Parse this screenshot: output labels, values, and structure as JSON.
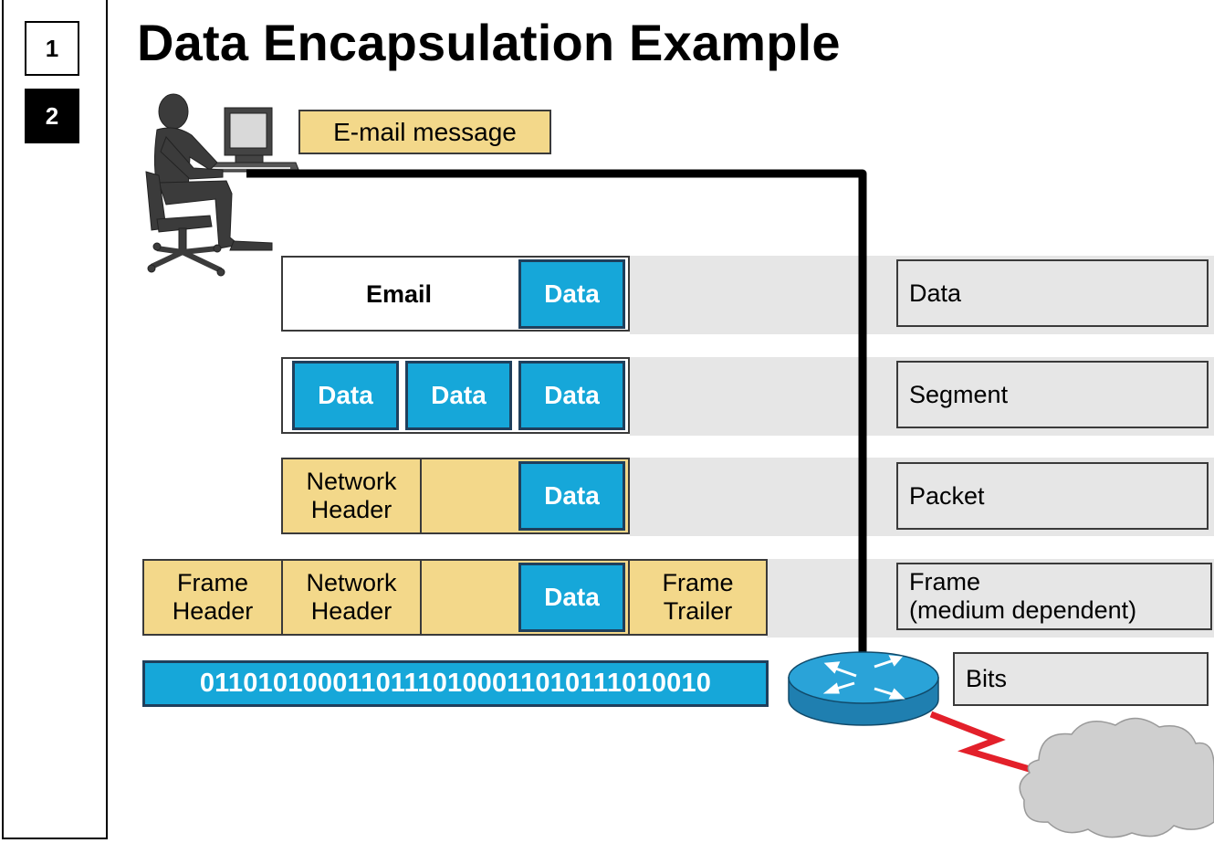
{
  "sidebar": {
    "slides": [
      "1",
      "2"
    ],
    "active_index": 1
  },
  "title": "Data Encapsulation Example",
  "email_callout": "E-mail message",
  "rows": {
    "data": {
      "app_label": "Email",
      "blocks": [
        "Data"
      ],
      "layer_label": "Data"
    },
    "segment": {
      "blocks": [
        "Data",
        "Data",
        "Data"
      ],
      "layer_label": "Segment"
    },
    "packet": {
      "network_header": "Network\nHeader",
      "blocks": [
        "Data"
      ],
      "layer_label": "Packet"
    },
    "frame": {
      "frame_header": "Frame\nHeader",
      "network_header": "Network\nHeader",
      "blocks": [
        "Data"
      ],
      "frame_trailer": "Frame\nTrailer",
      "layer_label": "Frame\n(medium dependent)"
    },
    "bits": {
      "value": "0110101000110111010001101011101001​0",
      "layer_label": "Bits"
    }
  },
  "colors": {
    "tan": "#f3d88a",
    "blue": "#16a7d9",
    "band": "#e6e6e6",
    "wan_link": "#e3202a"
  },
  "icons": [
    "person-at-computer-icon",
    "router-icon",
    "cloud-icon"
  ]
}
